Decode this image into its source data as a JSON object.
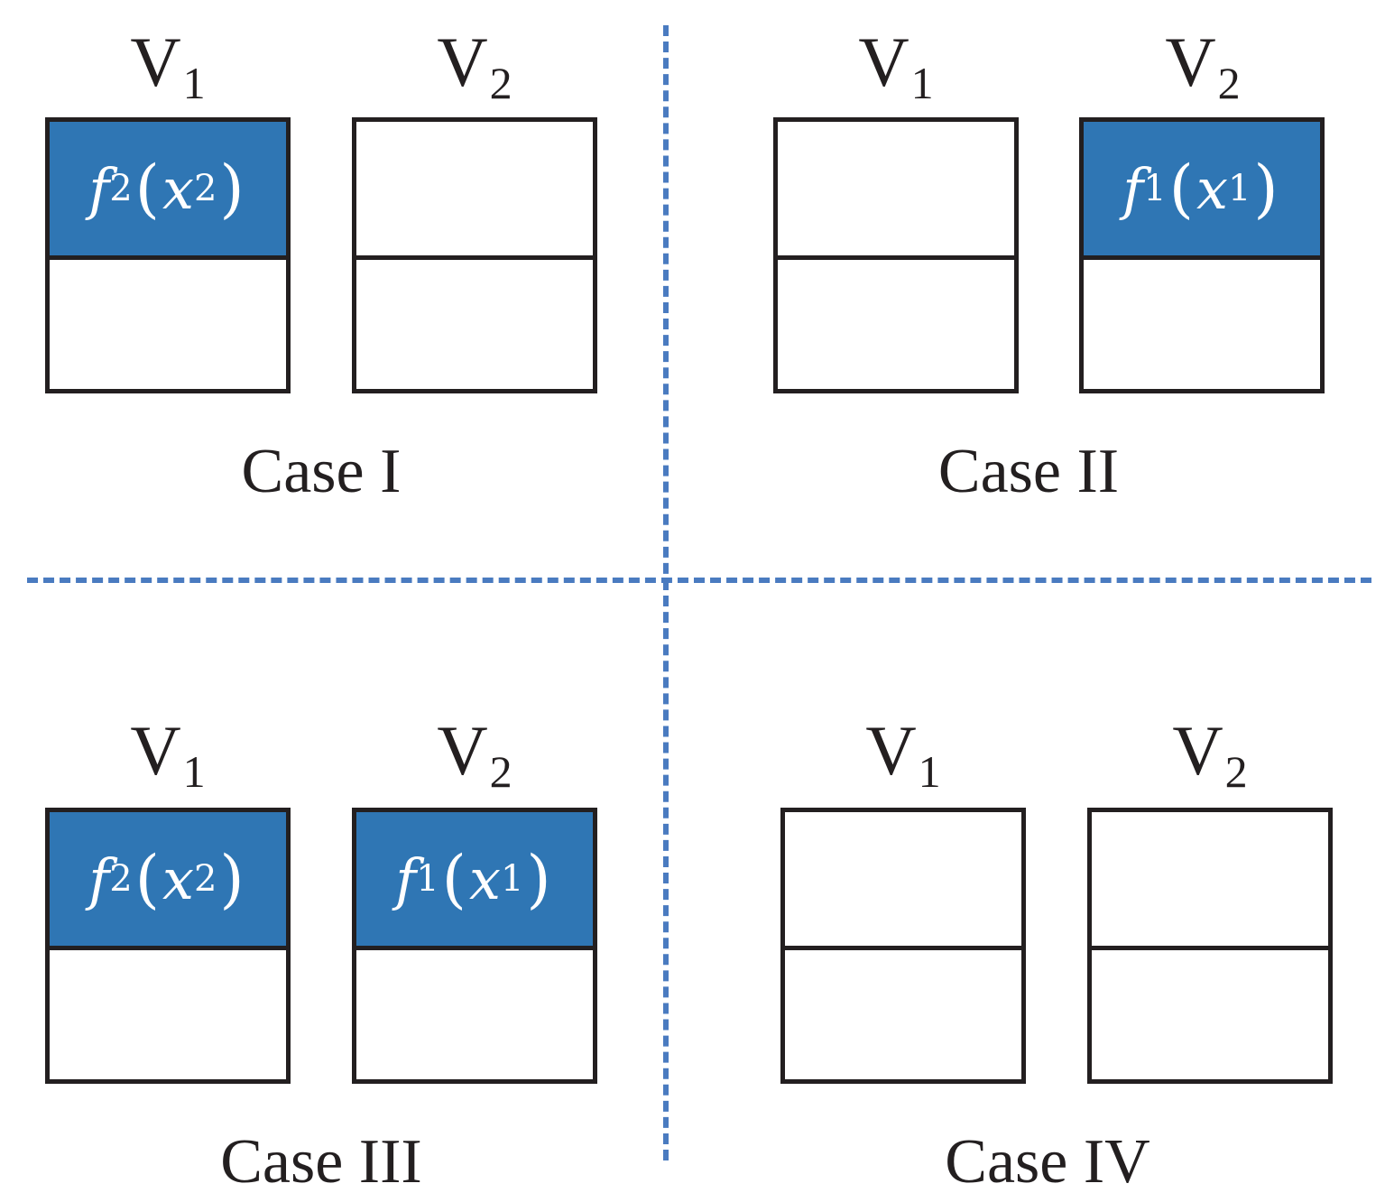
{
  "accent_color": "#2f76b4",
  "divider_color": "#4a7bc0",
  "panels": [
    {
      "caption": "Case I",
      "vessels": [
        {
          "label": "V",
          "sub": "1",
          "top": {
            "filled": true,
            "f": "f",
            "fsub": "2",
            "x": "x",
            "xsub": "2"
          }
        },
        {
          "label": "V",
          "sub": "2",
          "top": {
            "filled": false
          }
        }
      ]
    },
    {
      "caption": "Case II",
      "vessels": [
        {
          "label": "V",
          "sub": "1",
          "top": {
            "filled": false
          }
        },
        {
          "label": "V",
          "sub": "2",
          "top": {
            "filled": true,
            "f": "f",
            "fsub": "1",
            "x": "x",
            "xsub": "1"
          }
        }
      ]
    },
    {
      "caption": "Case III",
      "vessels": [
        {
          "label": "V",
          "sub": "1",
          "top": {
            "filled": true,
            "f": "f",
            "fsub": "2",
            "x": "x",
            "xsub": "2"
          }
        },
        {
          "label": "V",
          "sub": "2",
          "top": {
            "filled": true,
            "f": "f",
            "fsub": "1",
            "x": "x",
            "xsub": "1"
          }
        }
      ]
    },
    {
      "caption": "Case IV",
      "vessels": [
        {
          "label": "V",
          "sub": "1",
          "top": {
            "filled": false
          }
        },
        {
          "label": "V",
          "sub": "2",
          "top": {
            "filled": false
          }
        }
      ]
    }
  ]
}
